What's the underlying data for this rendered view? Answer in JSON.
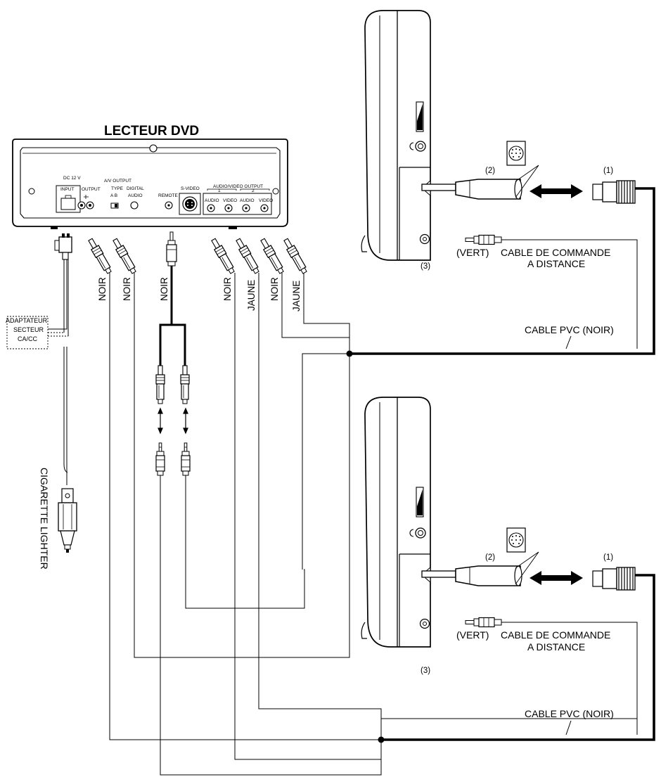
{
  "title": "LECTEUR DVD",
  "dvd_panel": {
    "dc12v": "DC 12 V",
    "input": "INPUT",
    "output": "OUTPUT",
    "av_output": "A/V OUTPUT",
    "type": "TYPE",
    "type_ab": "A   B",
    "digital": "DIGITAL",
    "audio": "AUDIO",
    "remote": "REMOTE",
    "svideo": "S-VIDEO",
    "av_output_header": "AUDIO/VIDEO OUTPUT",
    "ch1": "1",
    "ch2": "2",
    "jack_audio": "AUDIO",
    "jack_video": "VIDEO"
  },
  "cable_labels": [
    "NOIR",
    "NOIR",
    "NOIR",
    "NOIR",
    "JAUNE",
    "NOIR",
    "JAUNE"
  ],
  "adapter": {
    "line1": "ADAPTATEUR",
    "line2": "SECTEUR",
    "line3": "CA/CC"
  },
  "cigarette": "CIGARETTE LIGHTER",
  "monitor_top": {
    "n2": "(2)",
    "n1": "(1)",
    "n3": "(3)",
    "vert": "(VERT)",
    "remote_cable_1": "CABLE DE COMMANDE",
    "remote_cable_2": "A DISTANCE",
    "pvc": "CABLE PVC (NOIR)"
  },
  "monitor_bottom": {
    "n2": "(2)",
    "n1": "(1)",
    "n3": "(3)",
    "vert": "(VERT)",
    "remote_cable_1": "CABLE DE COMMANDE",
    "remote_cable_2": "A DISTANCE",
    "pvc": "CABLE PVC (NOIR)"
  }
}
